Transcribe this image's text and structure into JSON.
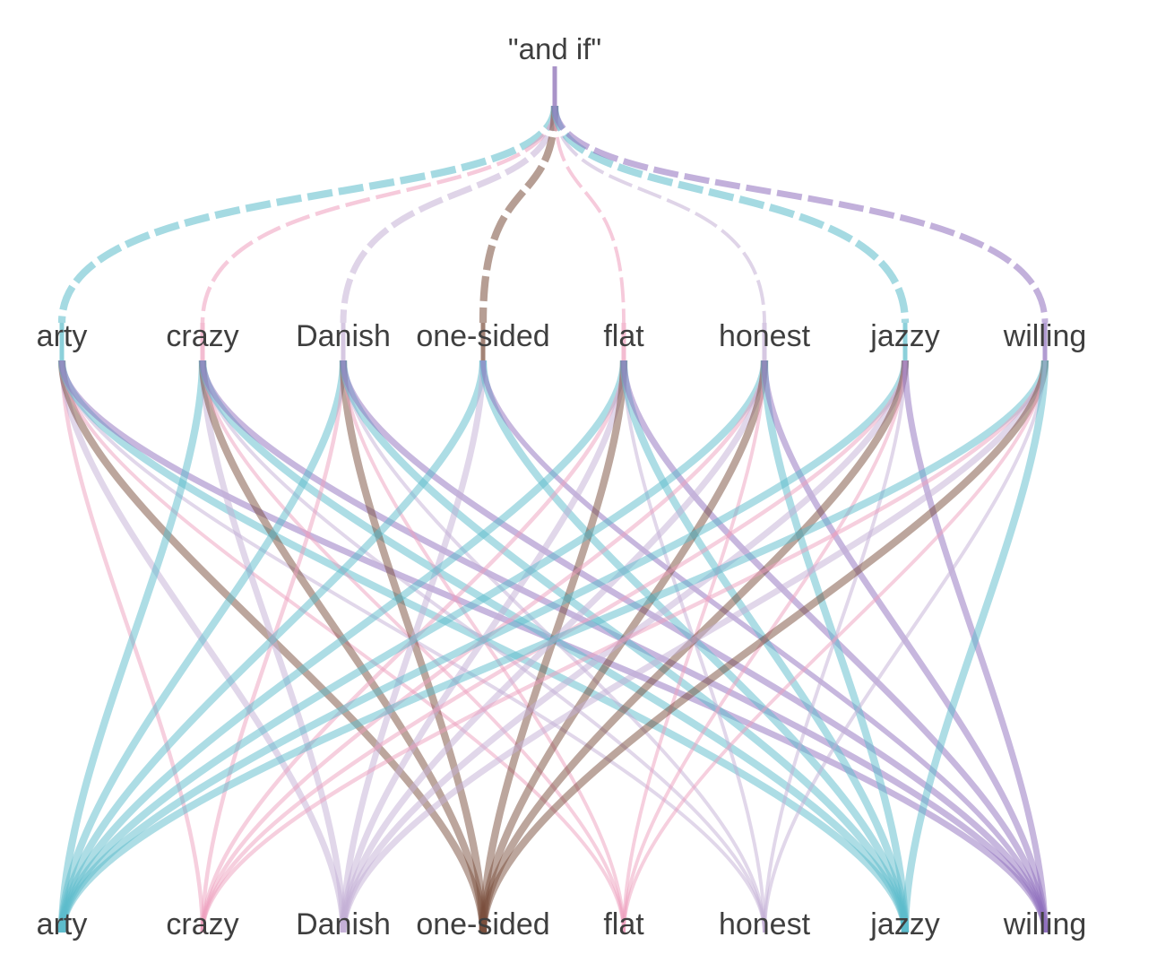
{
  "root": {
    "label": "\"and if\""
  },
  "middle_labels": [
    "arty",
    "crazy",
    "Danish",
    "one-sided",
    "flat",
    "honest",
    "jazzy",
    "willing"
  ],
  "bottom_labels": [
    "arty",
    "crazy",
    "Danish",
    "one-sided",
    "flat",
    "honest",
    "jazzy",
    "willing"
  ],
  "colors": {
    "arty": "#5bbccb",
    "crazy": "#ee9fbd",
    "Danish": "#c4b0d6",
    "one-sided": "#7a4e3c",
    "flat": "#ee9fbd",
    "honest": "#c4b0d6",
    "jazzy": "#5bbccb",
    "willing": "#9070bd"
  },
  "root_links": [
    {
      "to": "arty",
      "weight": 5
    },
    {
      "to": "crazy",
      "weight": 2
    },
    {
      "to": "Danish",
      "weight": 4
    },
    {
      "to": "one-sided",
      "weight": 5
    },
    {
      "to": "flat",
      "weight": 1.5
    },
    {
      "to": "honest",
      "weight": 1.5
    },
    {
      "to": "jazzy",
      "weight": 5
    },
    {
      "to": "willing",
      "weight": 4
    }
  ],
  "transitions": [
    {
      "from": "arty",
      "to": "crazy",
      "weight": 2
    },
    {
      "from": "arty",
      "to": "Danish",
      "weight": 4
    },
    {
      "from": "arty",
      "to": "one-sided",
      "weight": 5
    },
    {
      "from": "arty",
      "to": "flat",
      "weight": 1.5
    },
    {
      "from": "arty",
      "to": "honest",
      "weight": 1.5
    },
    {
      "from": "arty",
      "to": "jazzy",
      "weight": 5
    },
    {
      "from": "arty",
      "to": "willing",
      "weight": 4
    },
    {
      "from": "crazy",
      "to": "arty",
      "weight": 5
    },
    {
      "from": "crazy",
      "to": "Danish",
      "weight": 4
    },
    {
      "from": "crazy",
      "to": "one-sided",
      "weight": 5
    },
    {
      "from": "crazy",
      "to": "flat",
      "weight": 1.5
    },
    {
      "from": "crazy",
      "to": "honest",
      "weight": 1.5
    },
    {
      "from": "crazy",
      "to": "jazzy",
      "weight": 5
    },
    {
      "from": "crazy",
      "to": "willing",
      "weight": 4
    },
    {
      "from": "Danish",
      "to": "arty",
      "weight": 5
    },
    {
      "from": "Danish",
      "to": "crazy",
      "weight": 2
    },
    {
      "from": "Danish",
      "to": "one-sided",
      "weight": 5
    },
    {
      "from": "Danish",
      "to": "flat",
      "weight": 1.5
    },
    {
      "from": "Danish",
      "to": "honest",
      "weight": 1.5
    },
    {
      "from": "Danish",
      "to": "jazzy",
      "weight": 5
    },
    {
      "from": "Danish",
      "to": "willing",
      "weight": 4
    },
    {
      "from": "one-sided",
      "to": "arty",
      "weight": 5
    },
    {
      "from": "one-sided",
      "to": "Danish",
      "weight": 4
    },
    {
      "from": "one-sided",
      "to": "jazzy",
      "weight": 5
    },
    {
      "from": "one-sided",
      "to": "willing",
      "weight": 3
    },
    {
      "from": "flat",
      "to": "arty",
      "weight": 5
    },
    {
      "from": "flat",
      "to": "crazy",
      "weight": 2
    },
    {
      "from": "flat",
      "to": "Danish",
      "weight": 4
    },
    {
      "from": "flat",
      "to": "one-sided",
      "weight": 5
    },
    {
      "from": "flat",
      "to": "honest",
      "weight": 1.5
    },
    {
      "from": "flat",
      "to": "jazzy",
      "weight": 5
    },
    {
      "from": "flat",
      "to": "willing",
      "weight": 4
    },
    {
      "from": "honest",
      "to": "arty",
      "weight": 5
    },
    {
      "from": "honest",
      "to": "crazy",
      "weight": 2
    },
    {
      "from": "honest",
      "to": "Danish",
      "weight": 4
    },
    {
      "from": "honest",
      "to": "one-sided",
      "weight": 5
    },
    {
      "from": "honest",
      "to": "flat",
      "weight": 1.5
    },
    {
      "from": "honest",
      "to": "jazzy",
      "weight": 5
    },
    {
      "from": "honest",
      "to": "willing",
      "weight": 4
    },
    {
      "from": "jazzy",
      "to": "arty",
      "weight": 5
    },
    {
      "from": "jazzy",
      "to": "crazy",
      "weight": 2
    },
    {
      "from": "jazzy",
      "to": "Danish",
      "weight": 4
    },
    {
      "from": "jazzy",
      "to": "one-sided",
      "weight": 5
    },
    {
      "from": "jazzy",
      "to": "flat",
      "weight": 1.5
    },
    {
      "from": "jazzy",
      "to": "honest",
      "weight": 1.5
    },
    {
      "from": "jazzy",
      "to": "willing",
      "weight": 4
    },
    {
      "from": "willing",
      "to": "arty",
      "weight": 5
    },
    {
      "from": "willing",
      "to": "crazy",
      "weight": 2
    },
    {
      "from": "willing",
      "to": "Danish",
      "weight": 4
    },
    {
      "from": "willing",
      "to": "one-sided",
      "weight": 5
    },
    {
      "from": "willing",
      "to": "flat",
      "weight": 1.5
    },
    {
      "from": "willing",
      "to": "honest",
      "weight": 1.5
    },
    {
      "from": "willing",
      "to": "jazzy",
      "weight": 5
    }
  ]
}
